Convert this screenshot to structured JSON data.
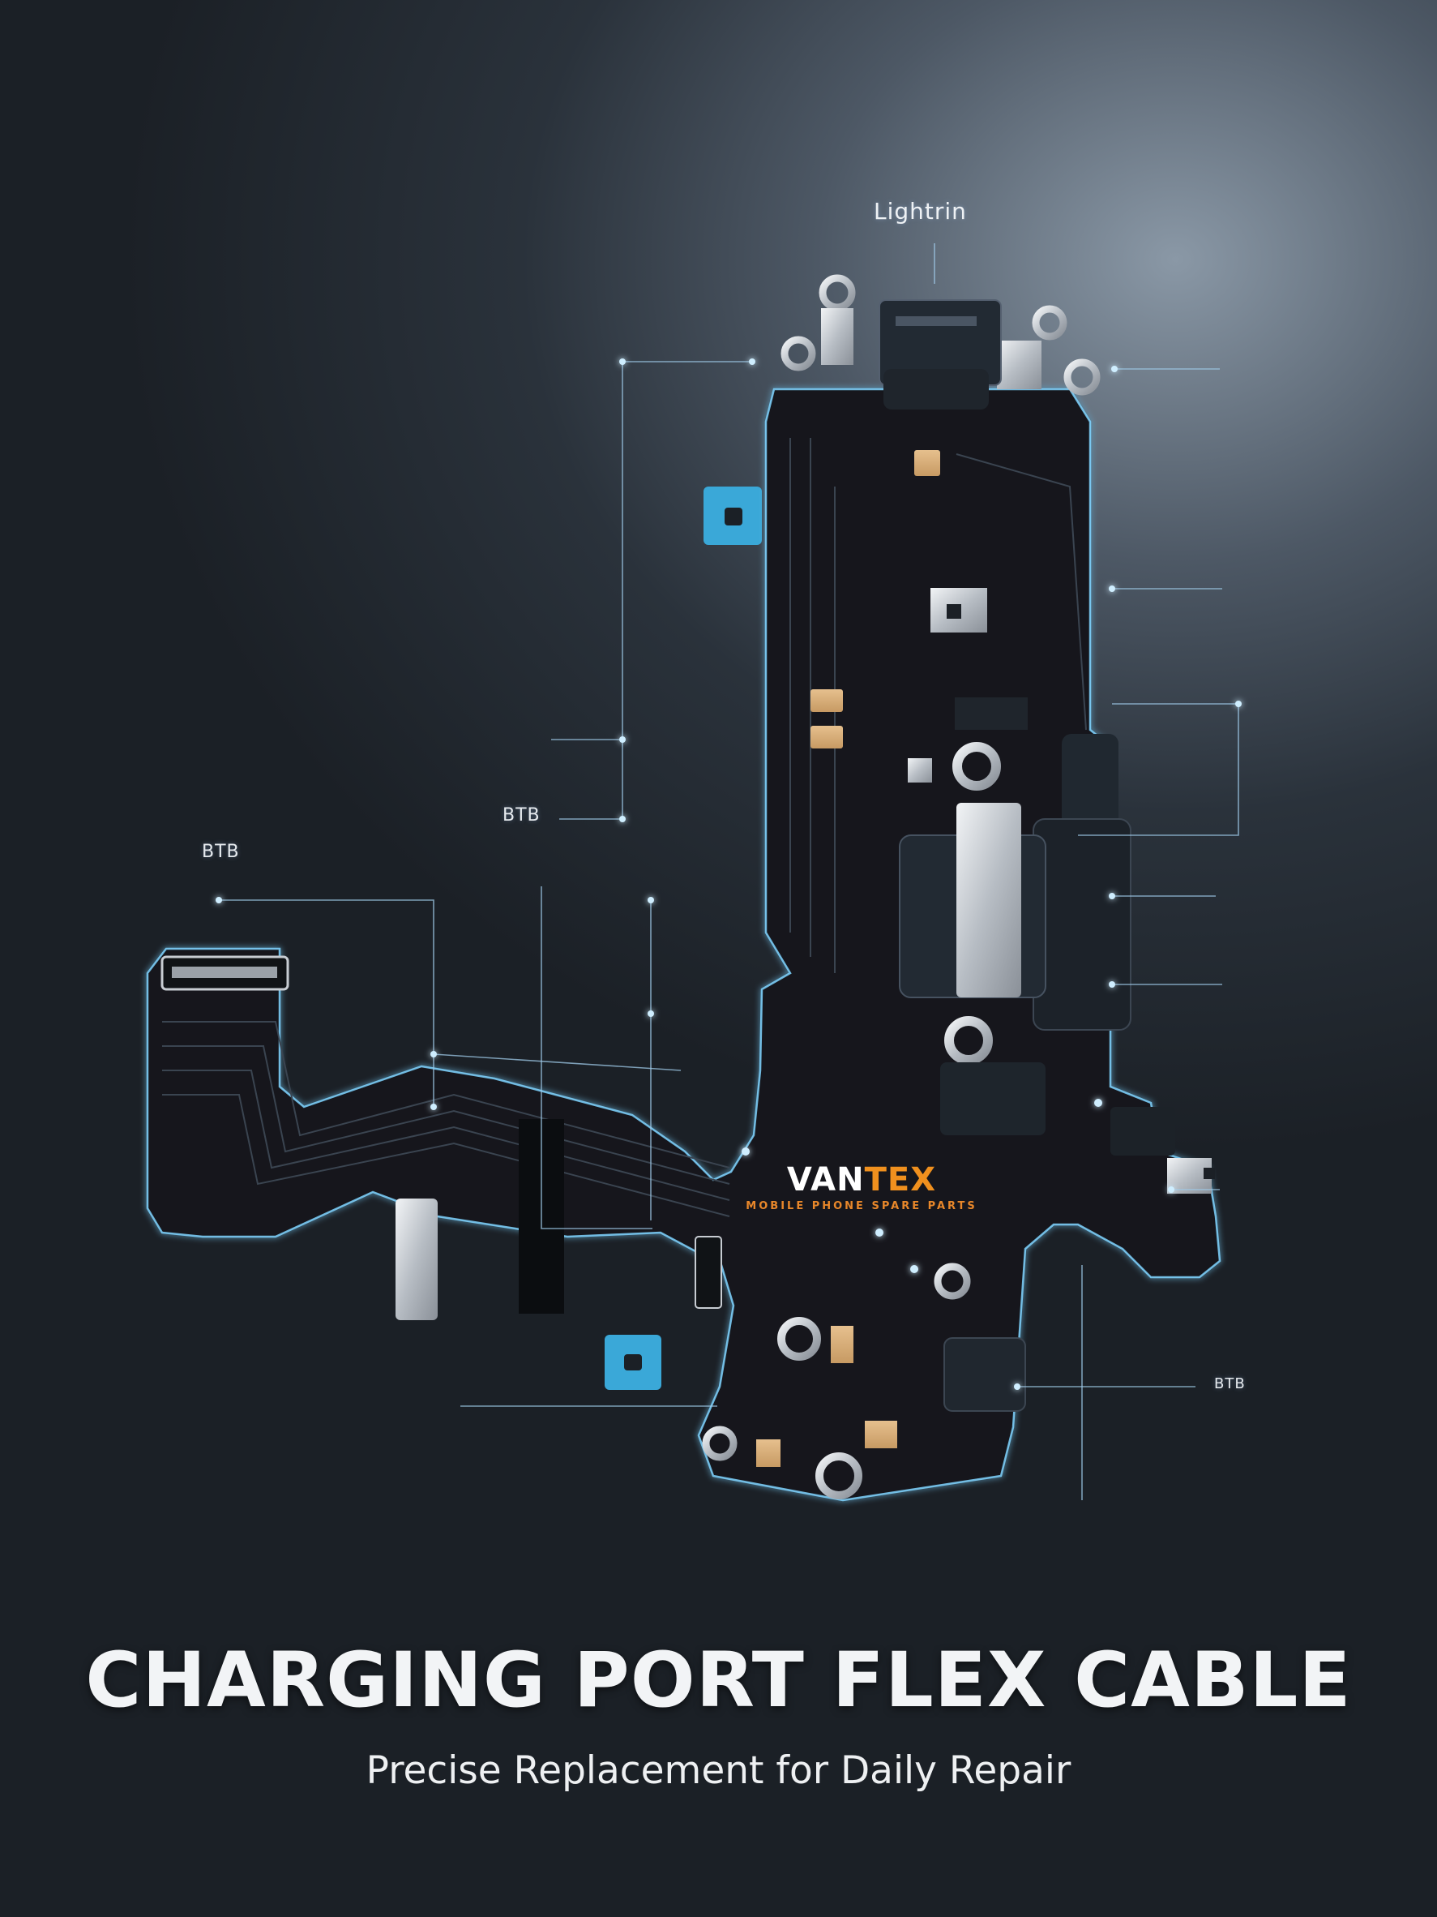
{
  "colors": {
    "accent_orange": "#f0901e",
    "glow_blue": "#7fd3ff",
    "pcb_black": "#15181c",
    "adhesive_blue": "#3aa8d8"
  },
  "brand": {
    "name_part1": "VAN",
    "name_part2": "TEX",
    "tagline": "MOBILE PHONE SPARE PARTS"
  },
  "callouts": {
    "lightning": "Lightrin",
    "btb_left": "BTB",
    "btb_mid": "BTB",
    "btb_right": "BTB"
  },
  "product": {
    "title": "CHARGING PORT FLEX CABLE",
    "subtitle": "Precise Replacement for Daily Repair"
  }
}
